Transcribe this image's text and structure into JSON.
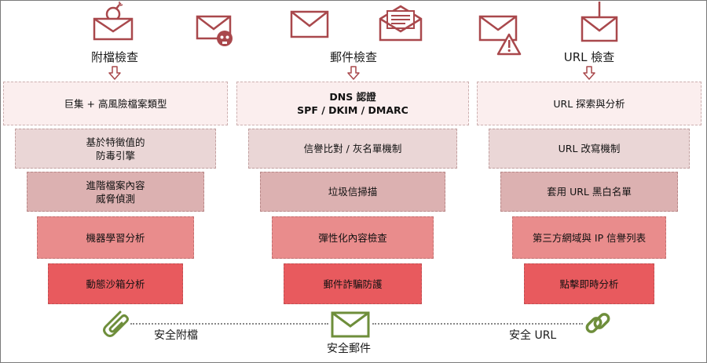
{
  "columns": {
    "attachment": {
      "title": "附檔檢查",
      "layers": [
        "巨集 + 高風險檔案類型",
        "基於特徵值的\n防毒引擎",
        "進階檔案內容\n威脅偵測",
        "機器學習分析",
        "動態沙箱分析"
      ]
    },
    "email": {
      "title": "郵件檢查",
      "layers": [
        "DNS 認證\nSPF / DKIM / DMARC",
        "信譽比對 / 灰名單機制",
        "垃圾信掃描",
        "彈性化內容檢查",
        "郵件詐騙防護"
      ]
    },
    "url": {
      "title": "URL 檢查",
      "layers": [
        "URL 探索與分析",
        "URL 改寫機制",
        "套用 URL 黑白名單",
        "第三方網域與 IP 信譽列表",
        "點擊即時分析"
      ]
    }
  },
  "bottom": {
    "safe_attachment": "安全附檔",
    "safe_email": "安全郵件",
    "safe_url": "安全 URL"
  },
  "colors": {
    "icon_red": "#a9484c",
    "icon_green": "#6e8e3b",
    "layer_1": "#fbeeee",
    "layer_2": "#ead6d6",
    "layer_3": "#dcb1b1",
    "layer_4": "#e98c8c",
    "layer_5": "#e85a5e"
  },
  "icons": [
    "envelope-bomb-icon",
    "envelope-skull-icon",
    "envelope-icon",
    "open-envelope-icon",
    "envelope-warning-icon",
    "envelope-hook-icon",
    "paperclip-icon",
    "envelope-green-icon",
    "link-icon"
  ]
}
